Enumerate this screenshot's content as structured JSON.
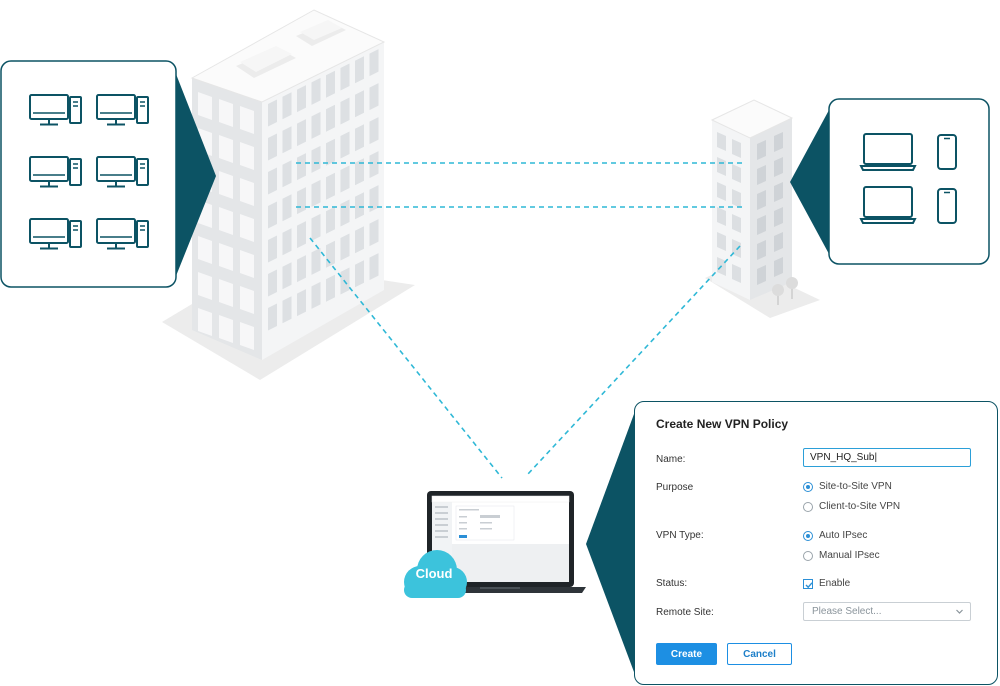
{
  "colors": {
    "accent": "#0c5364",
    "link_line": "#2fb8d6",
    "cloud": "#3cc3dc",
    "button": "#1d8fe3"
  },
  "cloud": {
    "label": "Cloud"
  },
  "vpn_form": {
    "title": "Create New VPN Policy",
    "name_label": "Name:",
    "name_value": "VPN_HQ_Sub|",
    "purpose_label": "Purpose",
    "purpose_options": [
      "Site-to-Site VPN",
      "Client-to-Site VPN"
    ],
    "purpose_selected": "Site-to-Site VPN",
    "vpn_type_label": "VPN Type:",
    "vpn_type_options": [
      "Auto IPsec",
      "Manual IPsec"
    ],
    "vpn_type_selected": "Auto IPsec",
    "status_label": "Status:",
    "status_option": "Enable",
    "status_checked": true,
    "remote_site_label": "Remote Site:",
    "remote_site_placeholder": "Please Select...",
    "create_label": "Create",
    "cancel_label": "Cancel"
  },
  "icons": {
    "hq_devices": [
      "desktop-icon",
      "desktop-icon",
      "desktop-icon",
      "desktop-icon",
      "desktop-icon",
      "desktop-icon"
    ],
    "branch_devices": [
      "laptop-icon",
      "smartphone-icon",
      "laptop-icon",
      "smartphone-icon"
    ]
  }
}
